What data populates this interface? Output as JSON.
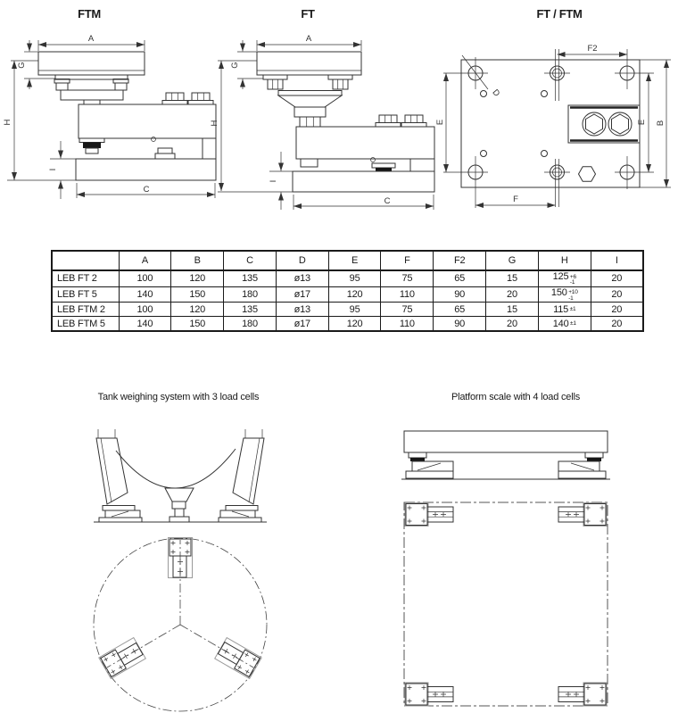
{
  "drawings": {
    "ftm": {
      "title": "FTM",
      "dim_a": "A",
      "dim_g": "G",
      "dim_h": "H",
      "dim_i": "I",
      "dim_c": "C"
    },
    "ft": {
      "title": "FT",
      "dim_a": "A",
      "dim_g": "G",
      "dim_h": "H",
      "dim_i": "I",
      "dim_c": "C"
    },
    "top": {
      "title": "FT / FTM",
      "dim_f2": "F2",
      "dim_e_left": "E",
      "dim_e_right": "E",
      "dim_b": "B",
      "dim_f": "F",
      "dim_d": "D"
    }
  },
  "table": {
    "headers": [
      "",
      "A",
      "B",
      "C",
      "D",
      "E",
      "F",
      "F2",
      "G",
      "H",
      "I"
    ],
    "rows": [
      {
        "name": "LEB FT 2",
        "a": "100",
        "b": "120",
        "c": "135",
        "d": "ø13",
        "e": "95",
        "f": "75",
        "f2": "65",
        "g": "15",
        "h": "125",
        "h_top": "+6",
        "h_bot": "-1",
        "i": "20"
      },
      {
        "name": "LEB FT 5",
        "a": "140",
        "b": "150",
        "c": "180",
        "d": "ø17",
        "e": "120",
        "f": "110",
        "f2": "90",
        "g": "20",
        "h": "150",
        "h_top": "+10",
        "h_bot": "-1",
        "i": "20"
      },
      {
        "name": "LEB FTM 2",
        "a": "100",
        "b": "120",
        "c": "135",
        "d": "ø13",
        "e": "95",
        "f": "75",
        "f2": "65",
        "g": "15",
        "h": "115",
        "h_top": "±1",
        "h_bot": "",
        "i": "20"
      },
      {
        "name": "LEB FTM 5",
        "a": "140",
        "b": "150",
        "c": "180",
        "d": "ø17",
        "e": "120",
        "f": "110",
        "f2": "90",
        "g": "20",
        "h": "140",
        "h_top": "±1",
        "h_bot": "",
        "i": "20"
      }
    ]
  },
  "figures": {
    "tank": {
      "caption": "Tank weighing system with 3 load cells"
    },
    "platform": {
      "caption": "Platform scale with 4 load cells"
    }
  }
}
